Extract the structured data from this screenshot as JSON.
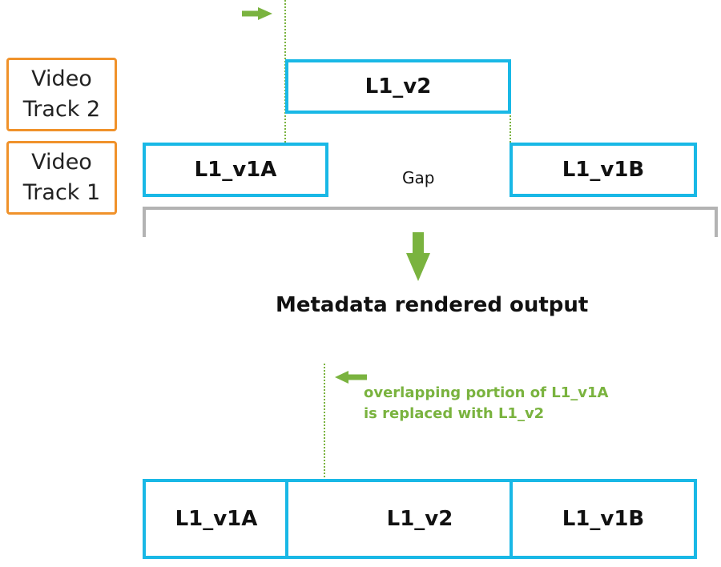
{
  "tracks": [
    {
      "line1": "Video",
      "line2": "Track 2"
    },
    {
      "line1": "Video",
      "line2": "Track 1"
    }
  ],
  "clips": {
    "v2": "L1_v2",
    "v1a": "L1_v1A",
    "v1b": "L1_v1B"
  },
  "gap_label": "Gap",
  "output_heading": "Metadata rendered output",
  "note": {
    "line1": "overlapping portion of L1_v1A",
    "line2": "is replaced with L1_v2"
  },
  "output_clips": [
    "L1_v1A",
    "L1_v2",
    "L1_v1B"
  ],
  "colors": {
    "clip_border": "#19b8e6",
    "track_label_border": "#f0922b",
    "accent_green": "#7ab33f",
    "bracket_gray": "#b3b3b3"
  }
}
